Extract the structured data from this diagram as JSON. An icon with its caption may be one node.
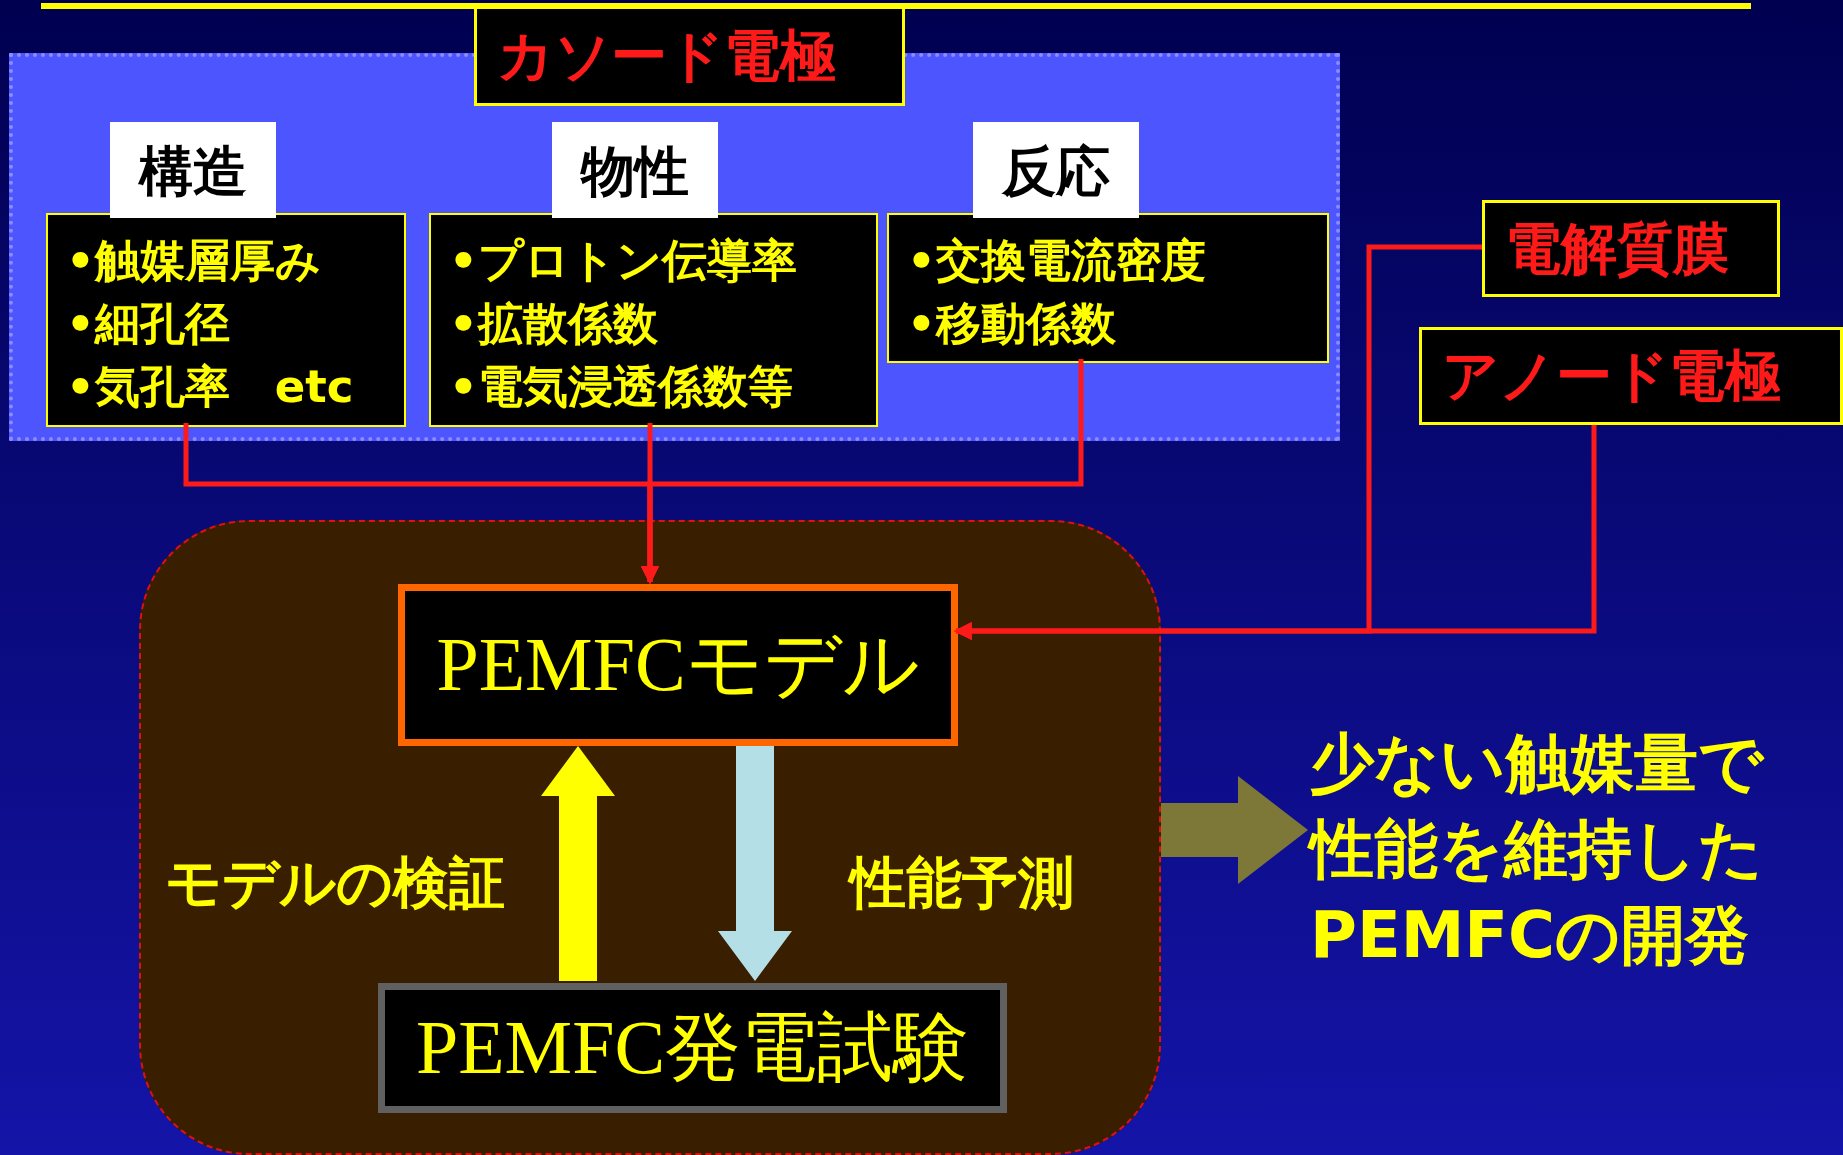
{
  "diagram": {
    "nodes": [
      {
        "text": [
          "カソード電極"
        ]
      },
      {
        "text": [],
        "shape": "box"
      },
      {
        "text": [
          "構造",
          "•触媒層厚み",
          "•細孔径",
          "•気孔率　etc"
        ],
        "in": 1
      },
      {
        "text": [
          "物性",
          "•プロトン伝導率",
          "•拡散係数",
          "•電気浸透係数等"
        ],
        "in": 1
      },
      {
        "text": [
          "反応",
          "•交換電流密度",
          "•移動係数"
        ],
        "in": 1
      },
      {
        "text": [
          "電解質膜"
        ]
      },
      {
        "text": [
          "アノード電極"
        ]
      },
      {
        "text": [],
        "shape": "box"
      },
      {
        "text": [
          "PEMFCモデル"
        ],
        "in": 7
      },
      {
        "text": [
          "PEMFC発電試験"
        ],
        "in": 7
      },
      {
        "text": [
          "少ない触媒量で性能を維持したPEMFCの開発"
        ]
      }
    ],
    "edges": [
      {
        "from": 2,
        "to": 8,
        "arrow": "to"
      },
      {
        "from": 3,
        "to": 8,
        "arrow": "to"
      },
      {
        "from": 4,
        "to": 8,
        "arrow": "to"
      },
      {
        "from": 5,
        "to": 8,
        "arrow": "to"
      },
      {
        "from": 6,
        "to": 8,
        "arrow": "to"
      },
      {
        "from": 9,
        "to": 8,
        "arrow": "to",
        "label": "モデルの検証",
        "style": "thick",
        "color": "#ffff00"
      },
      {
        "from": 8,
        "to": 9,
        "arrow": "to",
        "label": "性能予測",
        "style": "thick",
        "color": "#b4dfe6"
      },
      {
        "from": 7,
        "to": 10,
        "arrow": "to",
        "style": "thick",
        "color": "#7d7838"
      }
    ]
  }
}
